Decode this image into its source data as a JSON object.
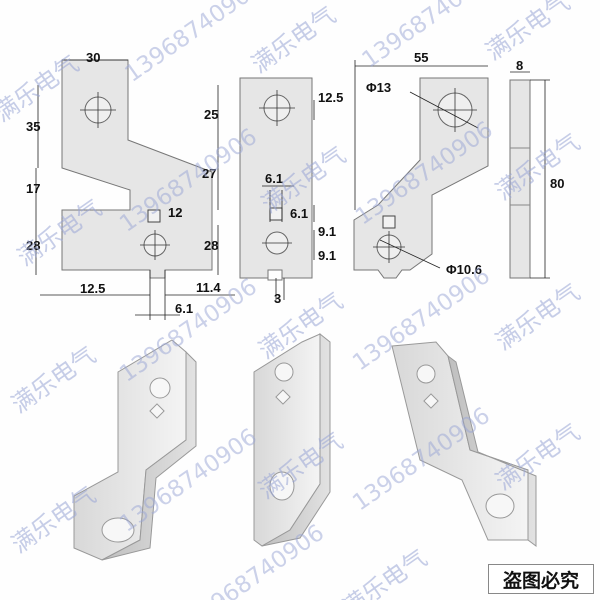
{
  "watermark": {
    "company": "满乐电气",
    "phone": "13968740906"
  },
  "stamp": "盗图必究",
  "views": {
    "front": {
      "dims": {
        "top_width": "30",
        "upper_height": "35",
        "hole_to_step": "25",
        "offset_vertical": "17",
        "step_to_slot": "27",
        "lower_height": "28",
        "square": "12",
        "hole_to_bottom": "28",
        "bottom_left": "12.5",
        "bottom_right": "11.4",
        "slot_width": "6.1"
      }
    },
    "side_detail": {
      "dims": {
        "hole_top": "12.5",
        "slot_w": "6.1",
        "slot_h": "6.1",
        "spacing_upper": "9.1",
        "spacing_lower": "9.1",
        "bottom_gap": "3"
      }
    },
    "plan": {
      "dims": {
        "width": "55",
        "upper_hole_dia": "Φ13",
        "lower_hole_dia": "Φ10.6"
      }
    },
    "edge": {
      "dims": {
        "thickness": "8",
        "height": "80"
      }
    }
  }
}
